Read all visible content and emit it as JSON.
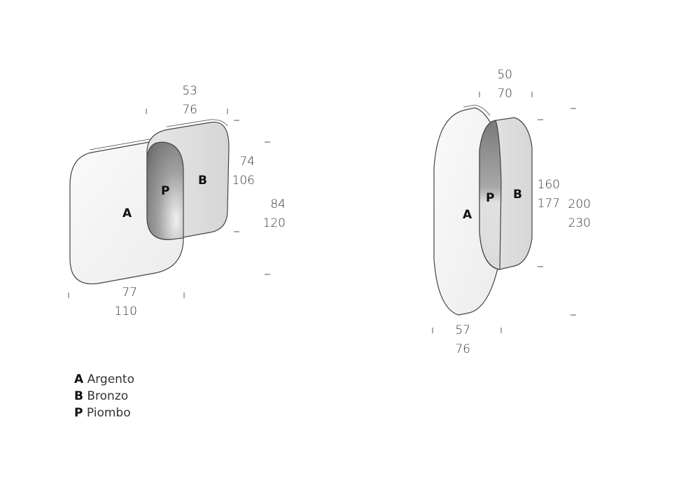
{
  "left_product": {
    "labels": {
      "a": "A",
      "b": "B",
      "p": "P"
    },
    "top_width": [
      "53",
      "76"
    ],
    "b_height": [
      "74",
      "106"
    ],
    "total_height": [
      "84",
      "120"
    ],
    "bottom_width": [
      "77",
      "110"
    ]
  },
  "right_product": {
    "labels": {
      "a": "A",
      "b": "B",
      "p": "P"
    },
    "top_width": [
      "50",
      "70"
    ],
    "b_height": [
      "160",
      "177"
    ],
    "total_height": [
      "200",
      "230"
    ],
    "bottom_width": [
      "57",
      "76"
    ]
  },
  "legend": [
    {
      "key": "A",
      "name": "Argento"
    },
    {
      "key": "B",
      "name": "Bronzo"
    },
    {
      "key": "P",
      "name": "Piombo"
    }
  ],
  "colors": {
    "argento": "#f3f3f3",
    "bronzo": "#dcdcdc",
    "piombo": "#8a8a8a",
    "outline": "#444444"
  }
}
